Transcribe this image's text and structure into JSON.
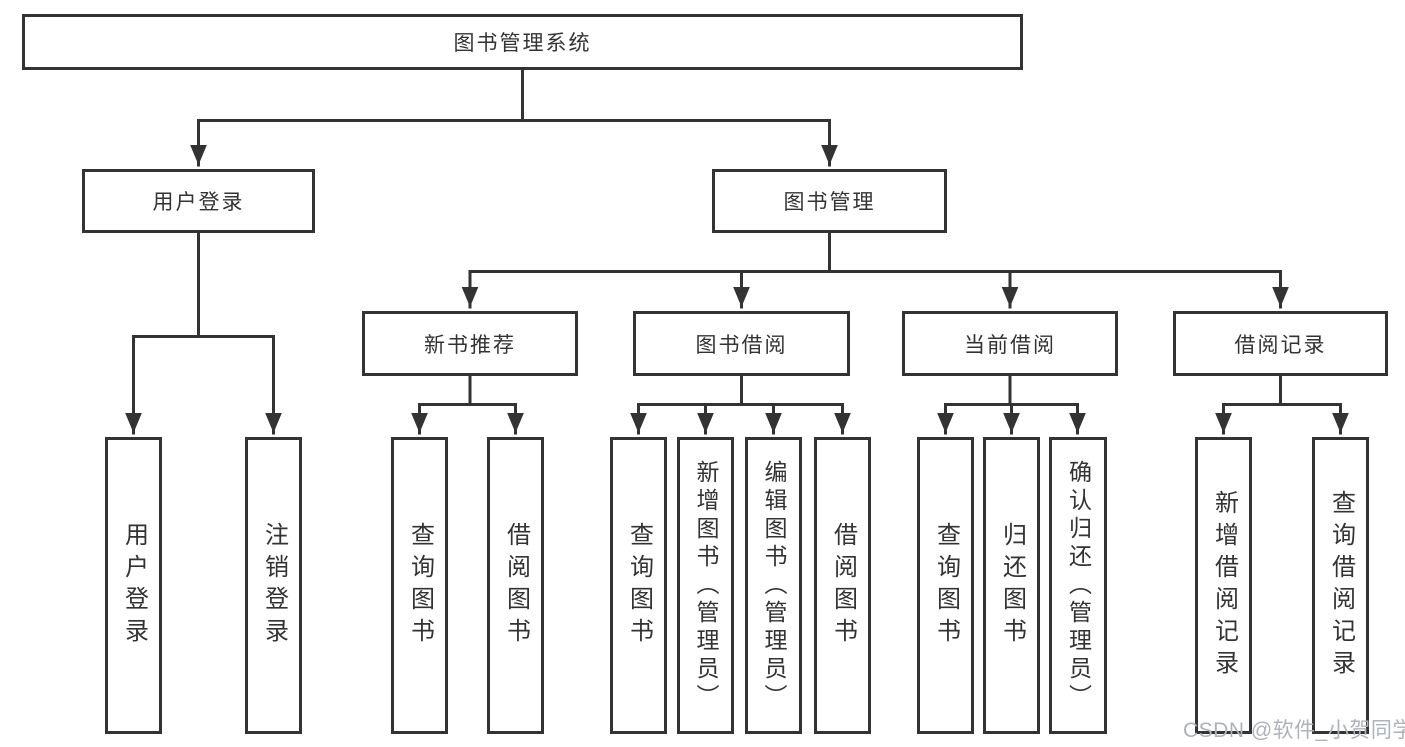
{
  "tree": {
    "label": "图书管理系统",
    "children": [
      {
        "label": "用户登录",
        "children": [
          {
            "label": "用户登录"
          },
          {
            "label": "注销登录"
          }
        ]
      },
      {
        "label": "图书管理",
        "children": [
          {
            "label": "新书推荐",
            "children": [
              {
                "label": "查询图书"
              },
              {
                "label": "借阅图书"
              }
            ]
          },
          {
            "label": "图书借阅",
            "children": [
              {
                "label": "查询图书"
              },
              {
                "label": "新增图书（管理员）"
              },
              {
                "label": "编辑图书（管理员）"
              },
              {
                "label": "借阅图书"
              }
            ]
          },
          {
            "label": "当前借阅",
            "children": [
              {
                "label": "查询图书"
              },
              {
                "label": "归还图书"
              },
              {
                "label": "确认归还（管理员）"
              }
            ]
          },
          {
            "label": "借阅记录",
            "children": [
              {
                "label": "新增借阅记录"
              },
              {
                "label": "查询借阅记录"
              }
            ]
          }
        ]
      }
    ]
  },
  "watermark": "CSDN @软件_小贺同学",
  "colors": {
    "line": "#333333",
    "text": "#333333",
    "watermark": "#aeb3ba",
    "background": "#ffffff"
  }
}
